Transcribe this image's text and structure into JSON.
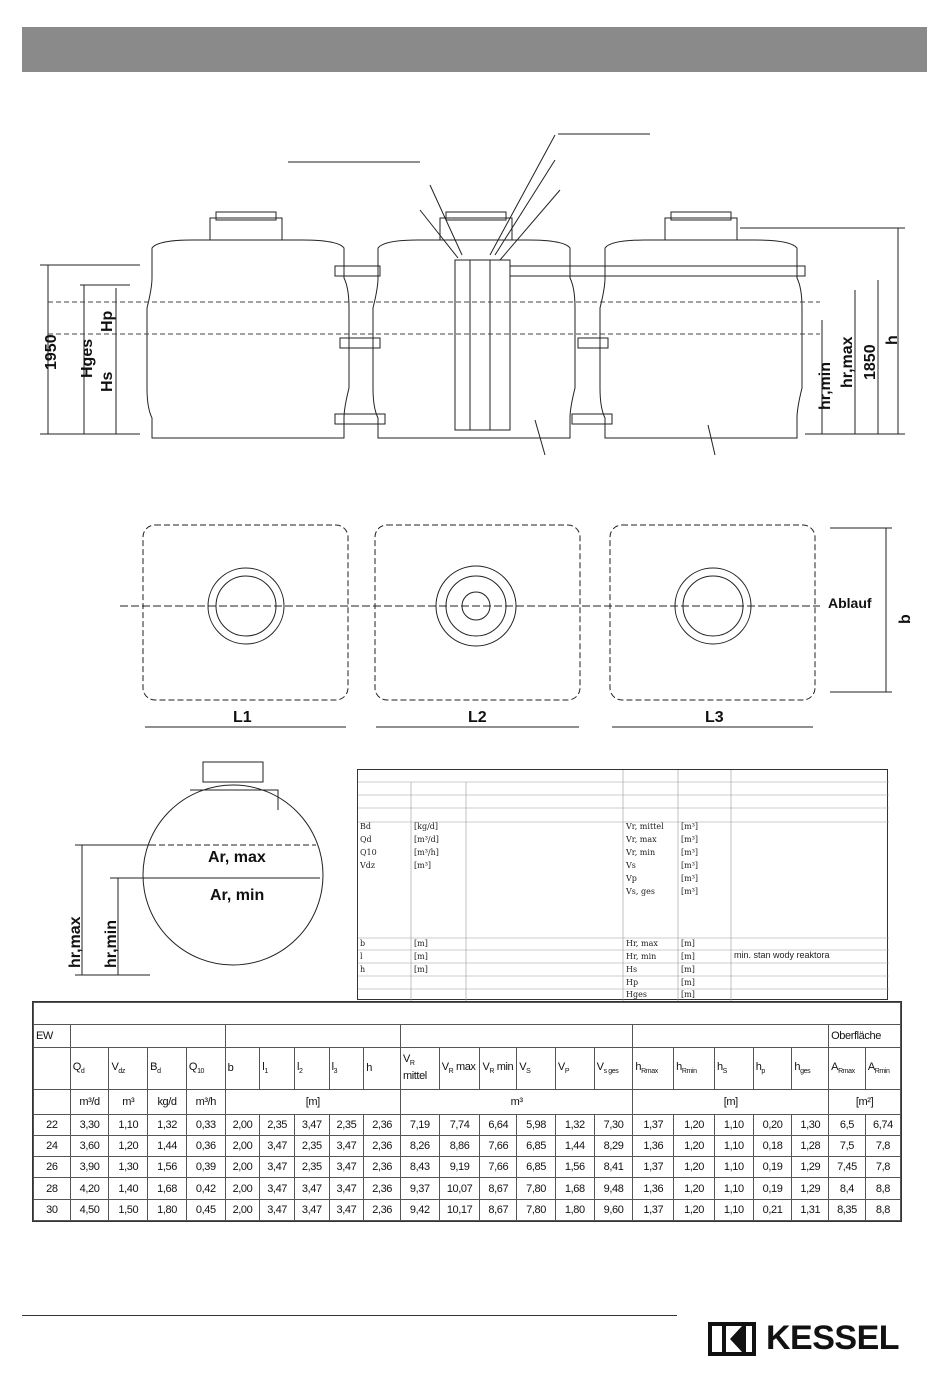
{
  "elevation": {
    "dim_total": "1950",
    "label_hges": "Hges",
    "label_hp": "Hp",
    "label_hs": "Hs",
    "label_hr_min": "hr,min",
    "label_hr_max": "hr,max",
    "dim_1850": "1850",
    "label_h": "h"
  },
  "plan": {
    "label_l1": "L1",
    "label_l2": "L2",
    "label_l3": "L3",
    "label_ablauf": "Ablauf",
    "label_b": "b"
  },
  "section": {
    "label_ar_max": "Ar, max",
    "label_ar_min": "Ar, min",
    "label_hr_max": "hr,max",
    "label_hr_min": "hr,min"
  },
  "legend": {
    "left": [
      {
        "sym": "Bd",
        "unit": "[kg/d]"
      },
      {
        "sym": "Qd",
        "unit": "[m³/d]"
      },
      {
        "sym": "Q10",
        "unit": "[m³/h]"
      },
      {
        "sym": "Vdz",
        "unit": "[m³]"
      },
      {
        "sym": "b",
        "unit": "[m]"
      },
      {
        "sym": "l",
        "unit": "[m]"
      },
      {
        "sym": "h",
        "unit": "[m]"
      }
    ],
    "right": [
      {
        "sym": "Vr, mittel",
        "unit": "[m³]"
      },
      {
        "sym": "Vr, max",
        "unit": "[m³]"
      },
      {
        "sym": "Vr, min",
        "unit": "[m³]"
      },
      {
        "sym": "Vs",
        "unit": "[m³]"
      },
      {
        "sym": "Vp",
        "unit": "[m³]"
      },
      {
        "sym": "Vs, ges",
        "unit": "[m³]"
      },
      {
        "sym": "Hr, max",
        "unit": "[m]"
      },
      {
        "sym": "Hr, min",
        "unit": "[m]"
      },
      {
        "sym": "Hs",
        "unit": "[m]"
      },
      {
        "sym": "Hp",
        "unit": "[m]"
      },
      {
        "sym": "Hges",
        "unit": "[m]"
      }
    ],
    "note_hr_min": "min. stan wody reaktora"
  },
  "table": {
    "ew_label": "EW",
    "oberflaeche_label": "Oberfläche",
    "headers": [
      "Q_d",
      "V_dz",
      "B_d",
      "Q_10",
      "b",
      "l_1",
      "l_2",
      "l_3",
      "h",
      "V_R mittel",
      "V_R max",
      "V_R min",
      "V_S",
      "V_P",
      "V_s ges",
      "h_Rmax",
      "h_Rmin",
      "h_S",
      "h_p",
      "h_ges",
      "A_Rmax",
      "A_Rmin"
    ],
    "units": {
      "qd": "m³/d",
      "vdz": "m³",
      "bd": "kg/d",
      "q10": "m³/h",
      "dims": "[m]",
      "vols": "m³",
      "heights": "[m]",
      "area": "[m²]"
    },
    "rows": [
      [
        "22",
        "3,30",
        "1,10",
        "1,32",
        "0,33",
        "2,00",
        "2,35",
        "3,47",
        "2,35",
        "2,36",
        "7,19",
        "7,74",
        "6,64",
        "5,98",
        "1,32",
        "7,30",
        "1,37",
        "1,20",
        "1,10",
        "0,20",
        "1,30",
        "6,5",
        "6,74"
      ],
      [
        "24",
        "3,60",
        "1,20",
        "1,44",
        "0,36",
        "2,00",
        "3,47",
        "2,35",
        "3,47",
        "2,36",
        "8,26",
        "8,86",
        "7,66",
        "6,85",
        "1,44",
        "8,29",
        "1,36",
        "1,20",
        "1,10",
        "0,18",
        "1,28",
        "7,5",
        "7,8"
      ],
      [
        "26",
        "3,90",
        "1,30",
        "1,56",
        "0,39",
        "2,00",
        "3,47",
        "2,35",
        "3,47",
        "2,36",
        "8,43",
        "9,19",
        "7,66",
        "6,85",
        "1,56",
        "8,41",
        "1,37",
        "1,20",
        "1,10",
        "0,19",
        "1,29",
        "7,45",
        "7,8"
      ],
      [
        "28",
        "4,20",
        "1,40",
        "1,68",
        "0,42",
        "2,00",
        "3,47",
        "3,47",
        "3,47",
        "2,36",
        "9,37",
        "10,07",
        "8,67",
        "7,80",
        "1,68",
        "9,48",
        "1,36",
        "1,20",
        "1,10",
        "0,19",
        "1,29",
        "8,4",
        "8,8"
      ],
      [
        "30",
        "4,50",
        "1,50",
        "1,80",
        "0,45",
        "2,00",
        "3,47",
        "3,47",
        "3,47",
        "2,36",
        "9,42",
        "10,17",
        "8,67",
        "7,80",
        "1,80",
        "9,60",
        "1,37",
        "1,20",
        "1,10",
        "0,21",
        "1,31",
        "8,35",
        "8,8"
      ]
    ]
  },
  "logo": {
    "text": "KESSEL"
  }
}
